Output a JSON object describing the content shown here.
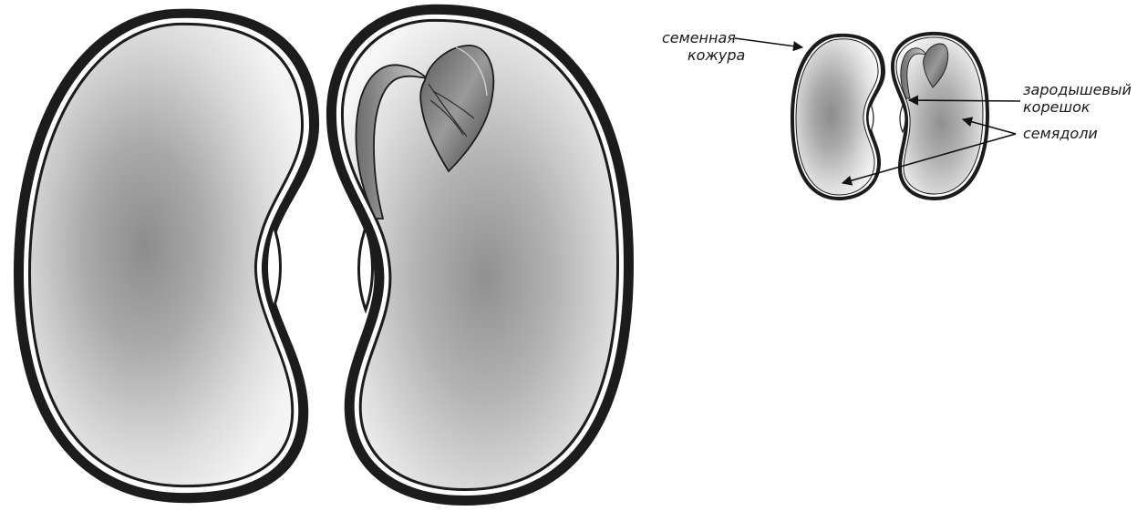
{
  "labels": {
    "seed_coat_line1": "семенная",
    "seed_coat_line2": "кожура",
    "radicle_line1": "зародышевый",
    "radicle_line2": "корешок",
    "cotyledons": "семядоли"
  },
  "colors": {
    "outline": "#1c1c1c",
    "seed_light": "#f2f2f2",
    "seed_mid": "#bdbdbd",
    "seed_dark": "#8a8a8a",
    "embryo_light": "#c4c4c4",
    "embryo_dark": "#4a4a4a"
  }
}
